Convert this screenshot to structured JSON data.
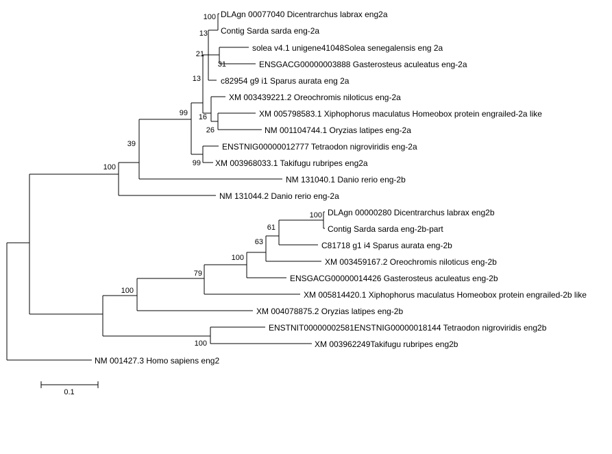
{
  "tree": {
    "leaves": [
      "DLAgn 00077040 Dicentrarchus labrax eng2a",
      "Contig Sarda sarda eng-2a",
      "solea v4.1 unigene41048Solea senegalensis eng 2a",
      "ENSGACG00000003888 Gasterosteus aculeatus eng-2a",
      "c82954 g9 i1 Sparus aurata eng 2a",
      "XM 003439221.2 Oreochromis niloticus eng-2a",
      "XM 005798583.1 Xiphophorus maculatus Homeobox protein engrailed-2a like",
      "NM 001104744.1 Oryzias latipes eng-2a",
      "ENSTNIG00000012777 Tetraodon nigroviridis eng-2a",
      "XM 003968033.1 Takifugu rubripes eng2a",
      "NM 131040.1 Danio rerio eng-2b",
      "NM 131044.2 Danio rerio eng-2a",
      "DLAgn 00000280 Dicentrarchus labrax eng2b",
      "Contig Sarda sarda eng-2b-part",
      "C81718 g1 i4 Sparus aurata eng-2b",
      "XM 003459167.2 Oreochromis niloticus eng-2b",
      "ENSGACG00000014426 Gasterosteus aculeatus eng-2b",
      "XM 005814420.1 Xiphophorus maculatus Homeobox protein engrailed-2b like",
      "XM 004078875.2 Oryzias latipes eng-2b",
      "ENSTNIT00000002581ENSTNIG00000018144 Tetraodon nigroviridis eng2b",
      "XM 003962249Takifugu rubripes eng2b",
      "NM 001427.3 Homo sapiens eng2"
    ],
    "bootstrap": [
      "100",
      "13",
      "31",
      "21",
      "13",
      "26",
      "16",
      "99",
      "99",
      "39",
      "100",
      "100",
      "61",
      "63",
      "100",
      "79",
      "100",
      "100"
    ],
    "scale_label": "0.1"
  }
}
